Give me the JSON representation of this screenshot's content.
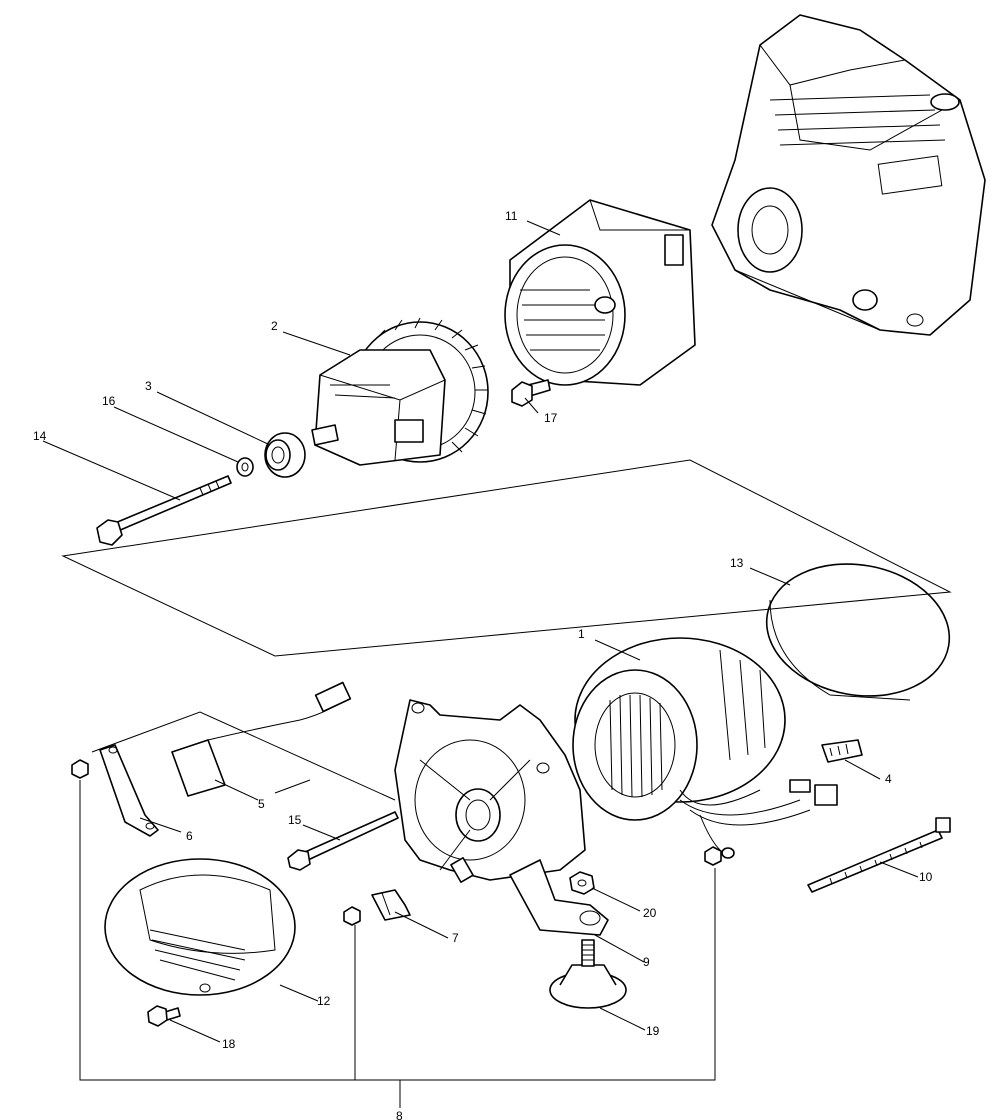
{
  "diagram": {
    "callouts": {
      "p1": "1",
      "p2": "2",
      "p3": "3",
      "p4": "4",
      "p5": "5",
      "p6": "6",
      "p7": "7",
      "p8": "8",
      "p9": "9",
      "p10": "10",
      "p11": "11",
      "p12": "12",
      "p13": "13",
      "p14": "14",
      "p15": "15",
      "p16": "16",
      "p17": "17",
      "p18": "18",
      "p19": "19",
      "p20": "20"
    }
  }
}
